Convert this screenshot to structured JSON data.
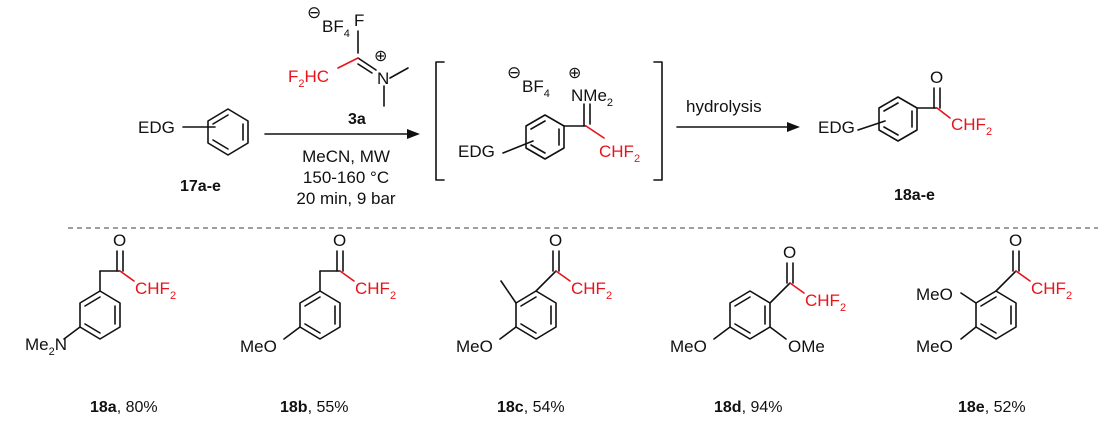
{
  "colors": {
    "ink": "#111111",
    "highlight": "#e8141b"
  },
  "reaction": {
    "substrate": {
      "group": "EDG",
      "label": "17a-e"
    },
    "reagent": {
      "f": "F",
      "f2hc": "F2HC",
      "n": "N",
      "plus": "⊕",
      "minus": "⊖",
      "bf4": "BF4",
      "label": "3a"
    },
    "conditions": [
      "MeCN, MW",
      "150-160 °C",
      "20 min, 9 bar"
    ],
    "intermediate": {
      "group": "EDG",
      "nme2": "NMe2",
      "plus": "⊕",
      "minus": "⊖",
      "bf4": "BF4",
      "chf2": "CHF2"
    },
    "step2": "hydrolysis",
    "product": {
      "group": "EDG",
      "o": "O",
      "chf2": "CHF2",
      "label": "18a-e"
    }
  },
  "products": [
    {
      "id": "18a",
      "yield": ", 80%",
      "sub": "Me2N"
    },
    {
      "id": "18b",
      "yield": ", 55%",
      "sub": "MeO"
    },
    {
      "id": "18c",
      "yield": ", 54%",
      "sub": "MeO"
    },
    {
      "id": "18d",
      "yield": ", 94%",
      "sub": "MeO",
      "sub2": "OMe"
    },
    {
      "id": "18e",
      "yield": ", 52%",
      "sub": "MeO",
      "sub2": "MeO"
    }
  ],
  "common": {
    "o": "O",
    "chf2": "CHF2"
  }
}
